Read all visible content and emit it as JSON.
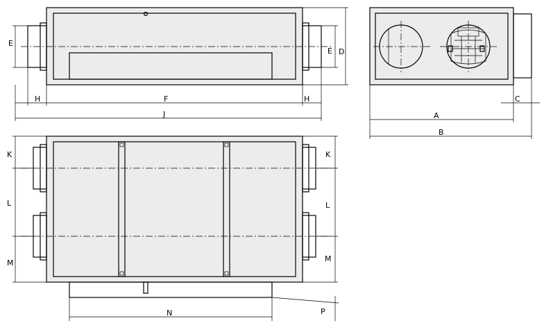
{
  "dimension_labels": {
    "A": "A",
    "B": "B",
    "C": "C",
    "D": "D",
    "E": "E",
    "F": "F",
    "H": "H",
    "J": "J",
    "K": "K",
    "L": "L",
    "M": "M",
    "N": "N",
    "P": "P"
  }
}
